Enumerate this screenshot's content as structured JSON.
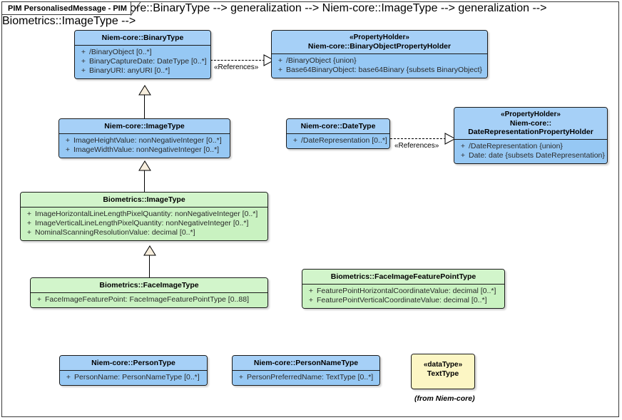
{
  "frame": {
    "title": "PIM PersonalisedMessage - PIM"
  },
  "nodes": [
    {
      "id": "binarytype",
      "name": "Niem-core::BinaryType",
      "stereotype": "",
      "color": "blue",
      "attributes": [
        "/BinaryObject [0..*]",
        "BinaryCaptureDate: DateType [0..*]",
        "BinaryURI: anyURI [0..*]"
      ]
    },
    {
      "id": "binaryobjectpropertyholder",
      "name": "Niem-core::BinaryObjectPropertyHolder",
      "stereotype": "«PropertyHolder»",
      "color": "blue",
      "attributes": [
        "/BinaryObject {union}",
        "Base64BinaryObject: base64Binary {subsets BinaryObject}"
      ]
    },
    {
      "id": "niemimagetype",
      "name": "Niem-core::ImageType",
      "stereotype": "",
      "color": "blue",
      "attributes": [
        "ImageHeightValue: nonNegativeInteger [0..*]",
        "ImageWidthValue: nonNegativeInteger [0..*]"
      ]
    },
    {
      "id": "datetype",
      "name": "Niem-core::DateType",
      "stereotype": "",
      "color": "blue",
      "attributes": [
        "/DateRepresentation [0..*]"
      ]
    },
    {
      "id": "daterepresentationpropertyholder",
      "name": "Niem-core::",
      "name2": "DateRepresentationPropertyHolder",
      "stereotype": "«PropertyHolder»",
      "color": "blue",
      "attributes": [
        "/DateRepresentation {union}",
        "Date: date {subsets DateRepresentation}"
      ]
    },
    {
      "id": "biometricsimagetype",
      "name": "Biometrics::ImageType",
      "stereotype": "",
      "color": "green",
      "attributes": [
        "ImageHorizontalLineLengthPixelQuantity: nonNegativeInteger [0..*]",
        "ImageVerticalLineLengthPixelQuantity: nonNegativeInteger [0..*]",
        "NominalScanningResolutionValue: decimal [0..*]"
      ]
    },
    {
      "id": "faceimagetype",
      "name": "Biometrics::FaceImageType",
      "stereotype": "",
      "color": "green",
      "attributes": [
        "FaceImageFeaturePoint: FaceImageFeaturePointType [0..88]"
      ]
    },
    {
      "id": "faceimagefeaturepointtype",
      "name": "Biometrics::FaceImageFeaturePointType",
      "stereotype": "",
      "color": "green",
      "attributes": [
        "FeaturePointHorizontalCoordinateValue: decimal [0..*]",
        "FeaturePointVerticalCoordinateValue: decimal [0..*]"
      ]
    },
    {
      "id": "persontype",
      "name": "Niem-core::PersonType",
      "stereotype": "",
      "color": "blue",
      "attributes": [
        "PersonName: PersonNameType [0..*]"
      ]
    },
    {
      "id": "personnametype",
      "name": "Niem-core::PersonNameType",
      "stereotype": "",
      "color": "blue",
      "attributes": [
        "PersonPreferredName: TextType [0..*]"
      ]
    },
    {
      "id": "texttype",
      "name": "TextType",
      "stereotype": "«dataType»",
      "color": "yellow",
      "attributes": [],
      "from_label": "(from Niem-core)"
    }
  ],
  "connectors": {
    "references_label_1": "«References»",
    "references_label_2": "«References»"
  },
  "visibility": {
    "public": "+"
  },
  "colors": {
    "blue_header": "#a6d0f7",
    "blue_body": "#96c8f4",
    "green_header": "#d2f5cb",
    "green_body": "#c9f2c1",
    "yellow": "#fcf6c4",
    "border": "#1a1a1a",
    "arrow_fill": "#f7eedd"
  }
}
